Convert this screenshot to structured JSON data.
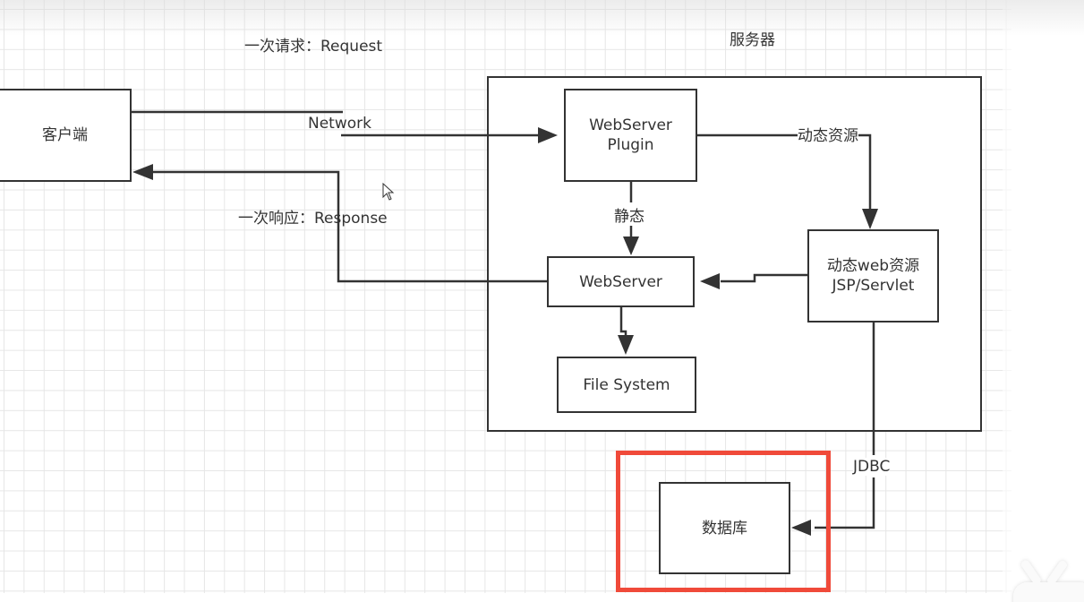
{
  "diagram": {
    "title": "Web server request/response architecture",
    "nodes": {
      "client": "客户端",
      "server_group": "服务器",
      "webserver_plugin": "WebServer\nPlugin",
      "webserver": "WebServer",
      "file_system": "File System",
      "dynamic_resource": "动态web资源\nJSP/Servlet",
      "database": "数据库"
    },
    "edges": {
      "request": "一次请求：Request",
      "network": "Network",
      "response": "一次响应：Response",
      "dynamic": "动态资源",
      "static": "静态",
      "jdbc": "JDBC"
    },
    "connections": [
      {
        "from": "client",
        "to": "webserver_plugin",
        "label": "Network"
      },
      {
        "from": "webserver_plugin",
        "to": "dynamic_resource",
        "label": "动态资源"
      },
      {
        "from": "webserver_plugin",
        "to": "webserver",
        "label": "静态"
      },
      {
        "from": "dynamic_resource",
        "to": "webserver",
        "label": ""
      },
      {
        "from": "webserver",
        "to": "file_system",
        "label": ""
      },
      {
        "from": "webserver",
        "to": "client",
        "label": "一次响应：Response"
      },
      {
        "from": "dynamic_resource",
        "to": "database",
        "label": "JDBC"
      }
    ],
    "highlight_color": "#f04a3a",
    "highlighted_node": "database"
  }
}
